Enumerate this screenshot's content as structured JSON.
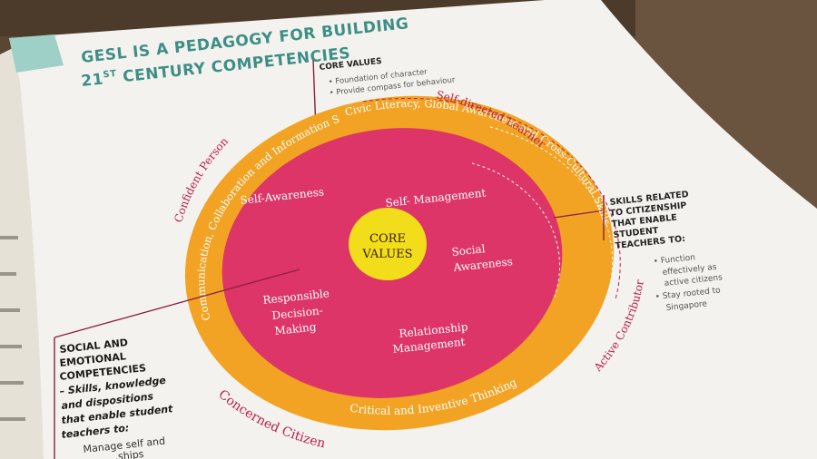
{
  "page": {
    "title_line1": "GESL IS A PEDAGOGY FOR BUILDING",
    "title_line2_prefix": "21",
    "title_line2_sup": "ST",
    "title_line2_suffix": " CENTURY COMPETENCIES"
  },
  "core_values_box": {
    "heading": "CORE VALUES",
    "bullets": [
      "Foundation of character",
      "Provide compass for behaviour"
    ]
  },
  "citizenship_box": {
    "heading_lines": [
      "SKILLS RELATED",
      "TO CITIZENSHIP",
      "THAT ENABLE",
      "STUDENT",
      "TEACHERS TO:"
    ],
    "bullets": [
      [
        "Function",
        "effectively as",
        "active citizens"
      ],
      [
        "Stay rooted to",
        "Singapore"
      ]
    ]
  },
  "sec_box": {
    "heading_lines": [
      "SOCIAL AND",
      "EMOTIONAL",
      "COMPETENCIES"
    ],
    "italic_lines": [
      "– Skills, knowledge",
      "and dispositions",
      "that enable student",
      "teachers to:"
    ],
    "bullet_partial": [
      "Manage self and",
      "...ships"
    ]
  },
  "center": {
    "label_line1": "CORE",
    "label_line2": "VALUES"
  },
  "inner_competencies": {
    "self_awareness": "Self-Awareness",
    "self_management": "Self- Management",
    "social_awareness": [
      "Social",
      "Awareness"
    ],
    "responsible_decision": [
      "Responsible",
      "Decision-",
      "Making"
    ],
    "relationship_management": [
      "Relationship",
      "Management"
    ]
  },
  "ring_skills": {
    "civic": "Civic Literacy, Global Awareness and Cross-Cultural Skills",
    "communication": "Communication, Collaboration and Information Skills",
    "critical": "Critical and Inventive Thinking"
  },
  "outcomes": {
    "confident_person": "Confident Person",
    "self_directed": "Self-directed Learner",
    "active_contributor": "Active Contributor",
    "concerned_citizen": "Concerned Citizen"
  },
  "colors": {
    "orange": "#f2a324",
    "pink": "#dd3568",
    "yellow": "#f1dd1a",
    "teal_title": "#3d8f86",
    "magenta_text": "#b8204e",
    "paper": "#f4f2ee",
    "wood": "#5a4634"
  }
}
